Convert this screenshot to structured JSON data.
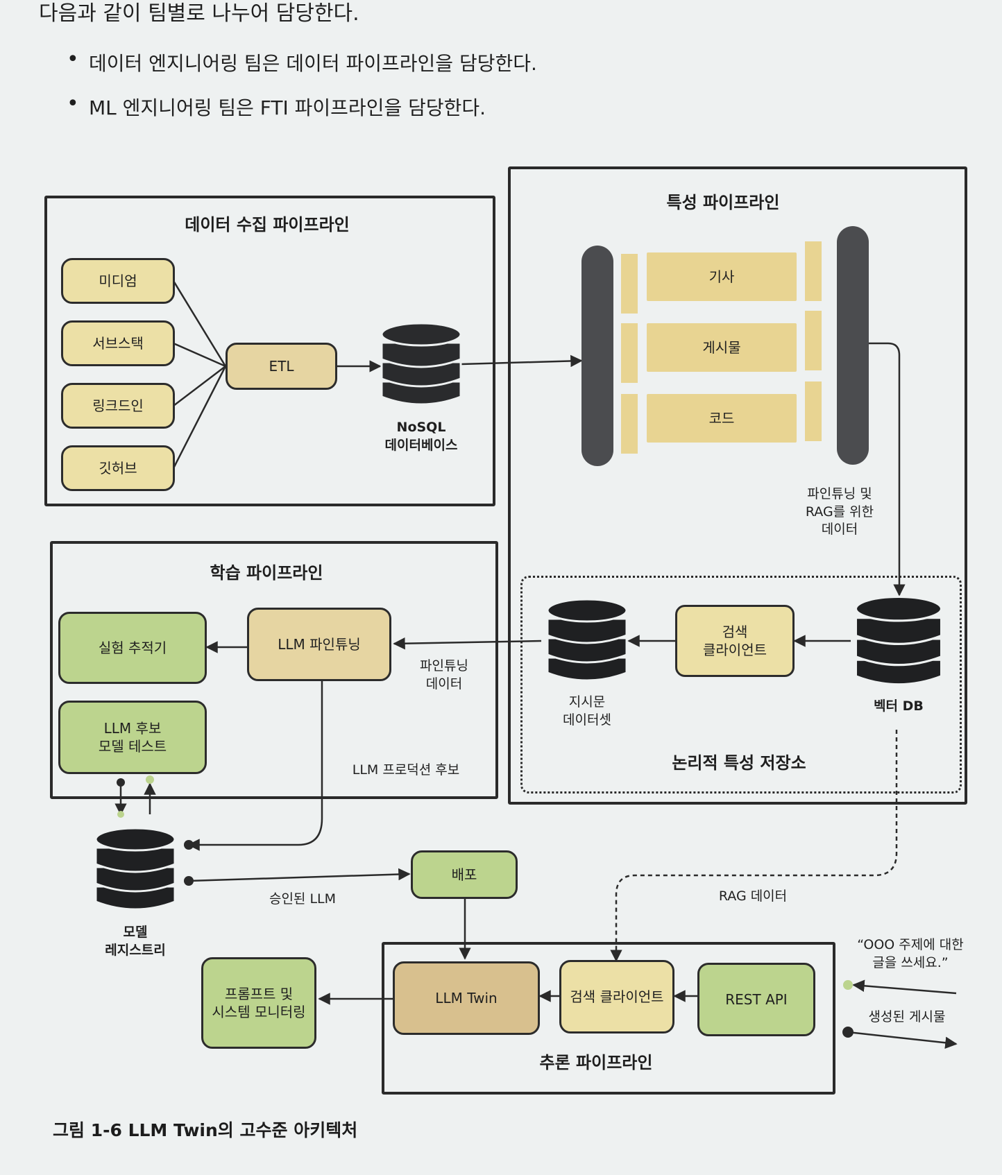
{
  "intro": "다음과 같이 팀별로 나누어 담당한다.",
  "bullets": [
    "데이터 엔지니어링 팀은 데이터 파이프라인을 담당한다.",
    "ML 엔지니어링 팀은 FTI 파이프라인을 담당한다."
  ],
  "data_collection": {
    "title": "데이터 수집 파이프라인",
    "sources": [
      "미디엄",
      "서브스택",
      "링크드인",
      "깃허브"
    ],
    "etl": "ETL",
    "db_line1": "NoSQL",
    "db_line2": "데이터베이스"
  },
  "feature": {
    "title": "특성 파이프라인",
    "items": [
      "기사",
      "게시물",
      "코드"
    ],
    "data_note_1": "파인튜닝 및",
    "data_note_2": "RAG를 위한",
    "data_note_3": "데이터"
  },
  "feature_store": {
    "title": "논리적 특성 저장소",
    "search_line1": "검색",
    "search_line2": "클라이언트",
    "instr_line1": "지시문",
    "instr_line2": "데이터셋",
    "vector_db": "벡터 DB"
  },
  "training": {
    "title": "학습 파이프라인",
    "finetune": "LLM 파인튜닝",
    "tracker": "실험 추적기",
    "test_line1": "LLM 후보",
    "test_line2": "모델 테스트",
    "ft_data_1": "파인튜닝",
    "ft_data_2": "데이터",
    "candidate": "LLM 프로덕션 후보"
  },
  "registry": {
    "line1": "모델",
    "line2": "레지스트리",
    "approved": "승인된 LLM",
    "deploy": "배포"
  },
  "inference": {
    "title": "추론 파이프라인",
    "twin": "LLM Twin",
    "search": "검색 클라이언트",
    "rest": "REST API",
    "monitor_line1": "프롬프트 및",
    "monitor_line2": "시스템 모니터링",
    "rag_data": "RAG 데이터",
    "prompt_line1": "“OOO 주제에 대한",
    "prompt_line2": "글을 쓰세요.”",
    "generated": "생성된 게시물"
  },
  "caption": "그림 1-6 LLM Twin의 고수준 아키텍처"
}
